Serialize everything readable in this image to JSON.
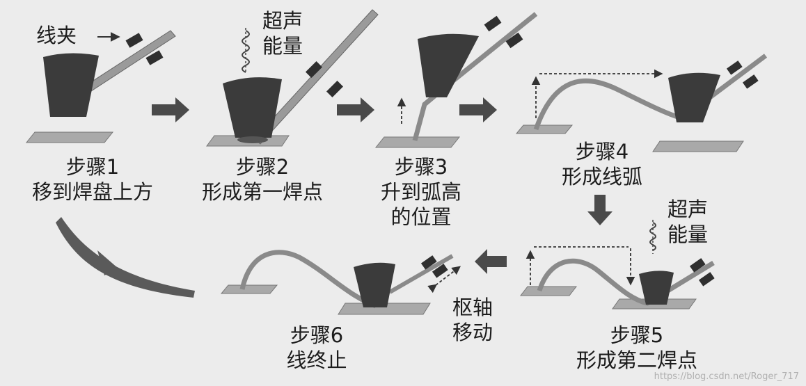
{
  "annotations": {
    "clamp": "线夹",
    "ultrasonic_top_1": "超声",
    "ultrasonic_top_2": "能量",
    "ultrasonic_bottom_1": "超声",
    "ultrasonic_bottom_2": "能量",
    "pivot_1": "枢轴",
    "pivot_2": "移动"
  },
  "steps": [
    {
      "title": "步骤1",
      "desc": "移到焊盘上方"
    },
    {
      "title": "步骤2",
      "desc": "形成第一焊点"
    },
    {
      "title": "步骤3",
      "desc_1": "升到弧高",
      "desc_2": "的位置"
    },
    {
      "title": "步骤4",
      "desc": "形成线弧"
    },
    {
      "title": "步骤5",
      "desc": "形成第二焊点"
    },
    {
      "title": "步骤6",
      "desc": "线终止"
    }
  ],
  "watermark": "https://blog.csdn.net/Roger_717",
  "colors": {
    "background": "#ececec",
    "capillary": "#3b3b3b",
    "pad": "#a9a9a9",
    "arrow": "#4a4a4a",
    "text": "#1c1c1c"
  }
}
